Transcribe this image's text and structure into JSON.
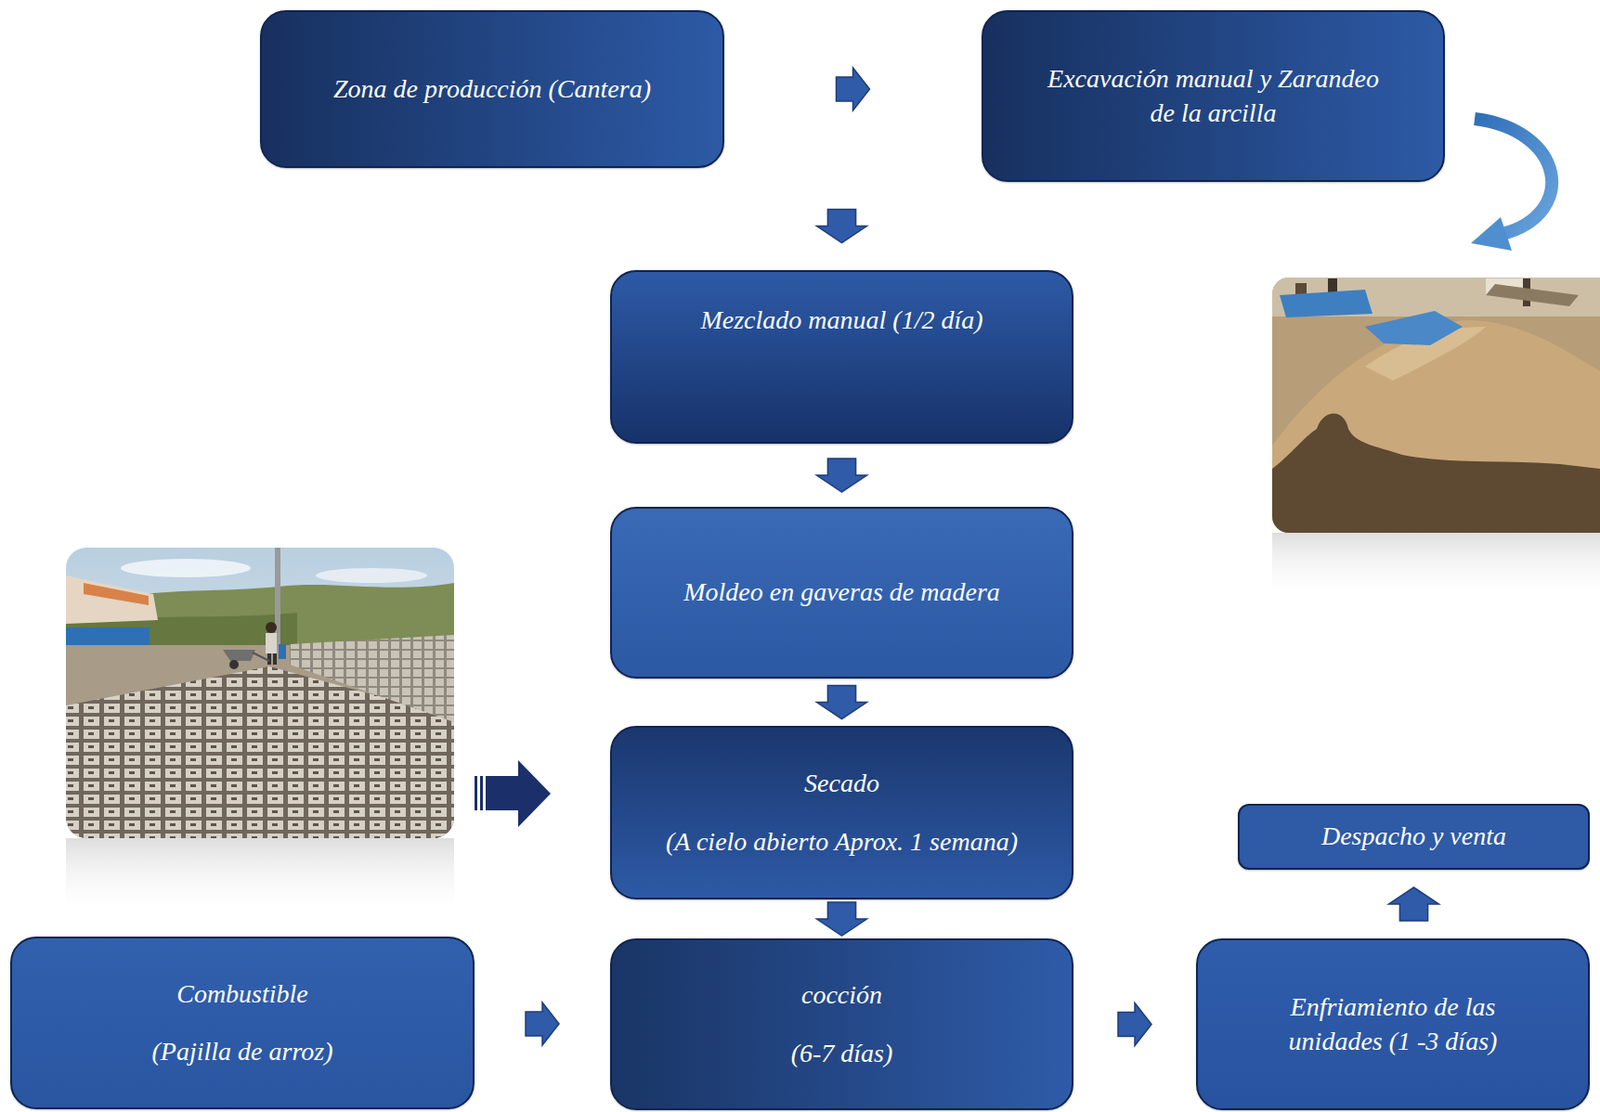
{
  "diagram": {
    "nodes": [
      {
        "text": [
          "Zona de producción (Cantera)"
        ]
      },
      {
        "text": [
          "Excavación manual y Zarandeo de la arcilla"
        ]
      },
      {
        "text": [
          "Mezclado manual (1/2 día)"
        ]
      },
      {
        "text": [
          "Moldeo en gaveras de madera"
        ]
      },
      {
        "text": [
          "Secado",
          "(A cielo abierto Aprox. 1 semana)"
        ]
      },
      {
        "text": [
          "Despacho y venta"
        ]
      },
      {
        "text": [
          "Combustible",
          "(Pajilla de arroz)"
        ]
      },
      {
        "text": [
          "cocción",
          "(6-7 días)"
        ]
      },
      {
        "text": [
          "Enfriamiento de las unidades (1 -3 días)"
        ]
      }
    ],
    "edges": [
      {
        "from": 0,
        "to": 1,
        "arrow": "to"
      },
      {
        "from": 1,
        "to": 2,
        "arrow": "to"
      },
      {
        "from": 2,
        "to": 3,
        "arrow": "to"
      },
      {
        "from": 3,
        "to": 4,
        "arrow": "to"
      },
      {
        "from": 4,
        "to": 7,
        "arrow": "to"
      },
      {
        "from": 6,
        "to": 7,
        "arrow": "to"
      },
      {
        "from": 7,
        "to": 8,
        "arrow": "to"
      },
      {
        "from": 8,
        "to": 5,
        "arrow": "to"
      }
    ]
  }
}
